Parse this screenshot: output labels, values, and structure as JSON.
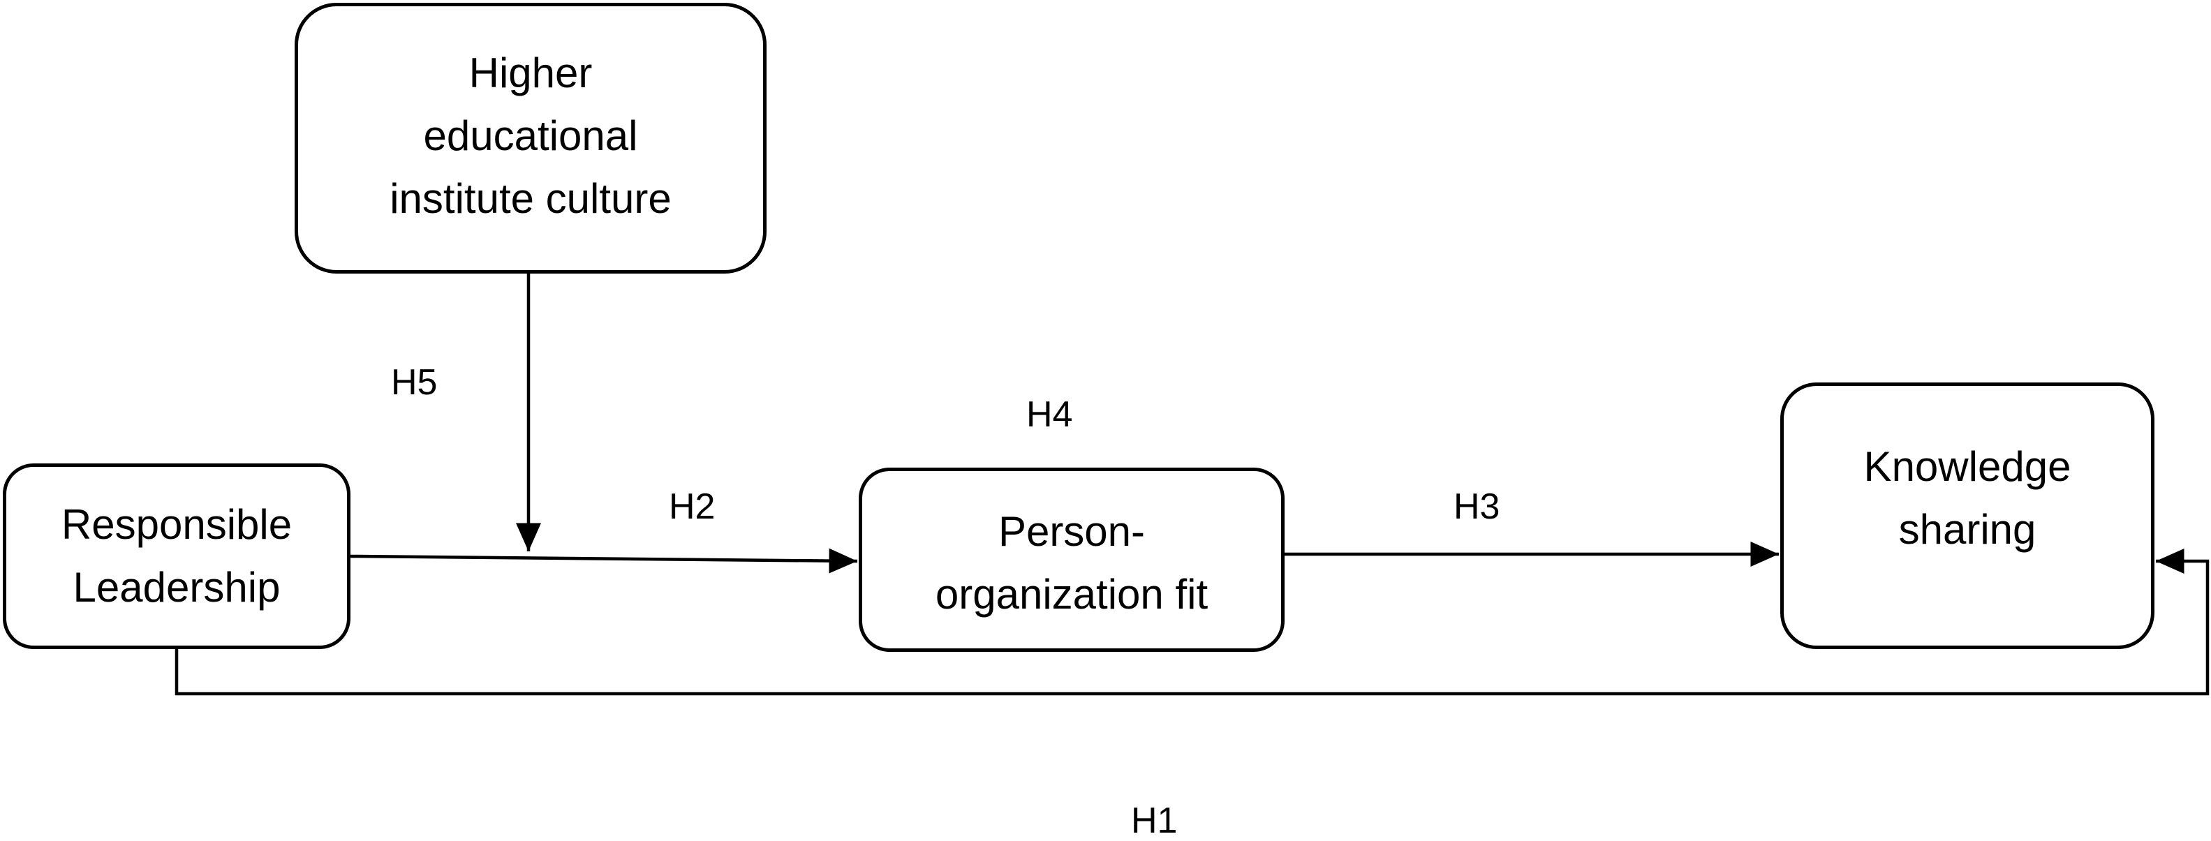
{
  "nodes": {
    "culture": "Higher\neducational\ninstitute culture",
    "responsible_leadership": "Responsible\nLeadership",
    "person_org_fit": "Person-\norganization fit",
    "knowledge_sharing": "Knowledge\nsharing"
  },
  "hypotheses": {
    "h1": "H1",
    "h2": "H2",
    "h3": "H3",
    "h4": "H4",
    "h5": "H5"
  },
  "colors": {
    "stroke": "#000000",
    "background": "#ffffff"
  }
}
